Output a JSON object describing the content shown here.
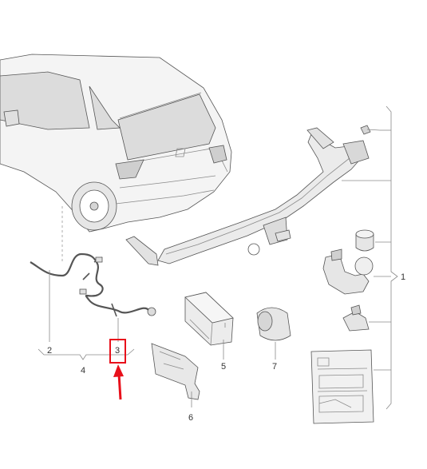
{
  "callouts": {
    "c1": "1",
    "c2": "2",
    "c3": "3",
    "c4": "4",
    "c5": "5",
    "c6": "6",
    "c7": "7"
  },
  "colors": {
    "highlight": "#e8101b",
    "line": "#8a8a8a",
    "part_fill": "#ebebeb",
    "car_fill": "#f4f4f4"
  },
  "highlighted_callout": "3"
}
